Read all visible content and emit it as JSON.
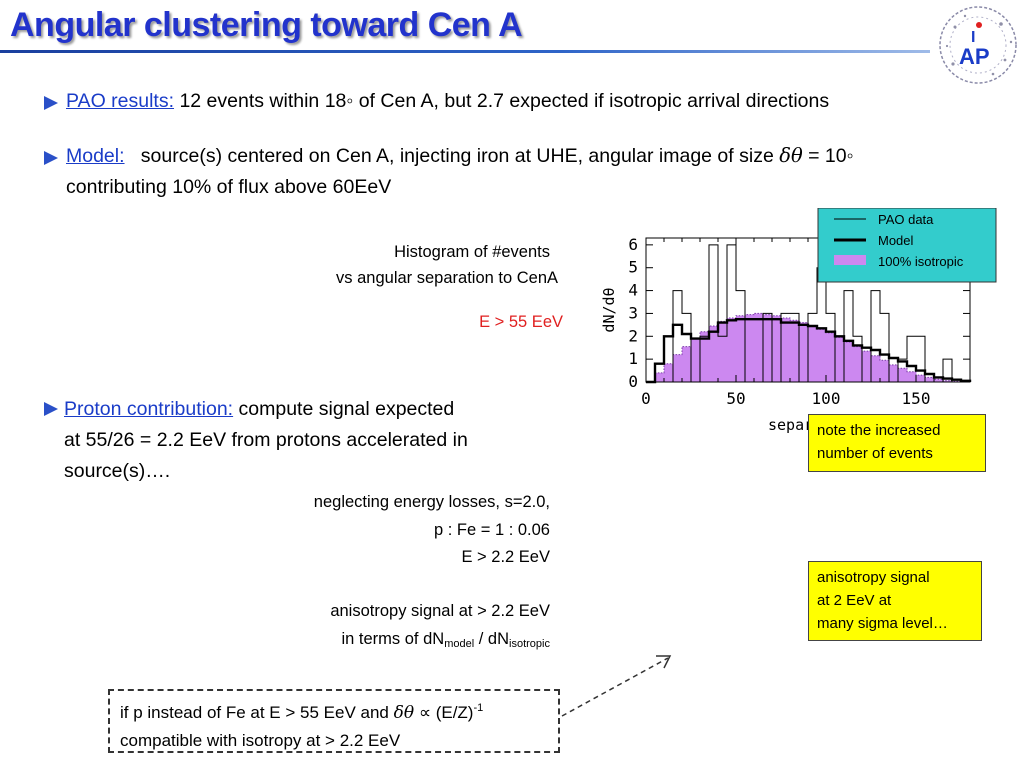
{
  "title": "Angular clustering toward Cen A",
  "bullets": [
    {
      "label": "PAO results:",
      "text": "12 events within 18◦ of Cen A, but 2.7 expected if isotropic arrival directions"
    },
    {
      "label": "Model:",
      "text_a": "source(s) centered on Cen A, injecting iron at UHE, angular image of size",
      "delta": "δθ",
      "text_b": "= 10◦",
      "text_line2": "contributing 10% of flux above 60EeV"
    },
    {
      "label": "Proton contribution:",
      "text_line1": "compute signal expected",
      "text_line2": "at 55/26 = 2.2 EeV from protons accelerated in",
      "text_line3": "source(s)…."
    }
  ],
  "histogram_caption": {
    "line1": "Histogram of #events",
    "line2": "vs angular separation to CenA",
    "energy": "E > 55 EeV"
  },
  "conditions": {
    "line1": "neglecting energy losses, s=2.0,",
    "line2": "p : Fe = 1 : 0.06",
    "line3": "E > 2.2 EeV"
  },
  "aniso_text": {
    "line1": "anisotropy signal at > 2.2 EeV",
    "line2_pre": "in terms of dN",
    "sub1": "model",
    "line2_mid": " / dN",
    "sub2": "isotropic"
  },
  "dashed_box": {
    "line1_pre": "if p instead of Fe at E > 55 EeV and ",
    "delta": "δθ",
    "propto": "∝",
    "line1_post": " (E/Z)",
    "exponent": "-1",
    "line2": "compatible with isotropy at > 2.2 EeV"
  },
  "note_boxes": [
    {
      "line1": "note the increased",
      "line2": "number of events"
    },
    {
      "line1": "anisotropy signal",
      "line2": "at 2 EeV at",
      "line3": "many sigma level…"
    }
  ],
  "chart_data": {
    "type": "bar",
    "xlabel": "separatio",
    "ylabel": "dN/dθ",
    "xlim": [
      0,
      180
    ],
    "ylim": [
      0,
      6.3
    ],
    "xticks": [
      "0",
      "50",
      "100",
      "150"
    ],
    "yticks": [
      "0",
      "1",
      "2",
      "3",
      "4",
      "5",
      "6"
    ],
    "bin_width": 5,
    "legend": {
      "position": "top-right",
      "entries": [
        "PAO data",
        "Model",
        "100% isotropic"
      ]
    },
    "colors": {
      "isotropic": "#cc88f0",
      "legend_bg": "#33cccc",
      "data": "#000000",
      "model": "#000000"
    },
    "series": [
      {
        "name": "PAO data",
        "style": "thin-step",
        "values": [
          0,
          0,
          0,
          4,
          3,
          0,
          2,
          6,
          2,
          6,
          4,
          0,
          0,
          3,
          0,
          3,
          3,
          0,
          3,
          5,
          3,
          0,
          4,
          2,
          0,
          4,
          3,
          0,
          1,
          2,
          2,
          0,
          0,
          1,
          0,
          0
        ]
      },
      {
        "name": "Model",
        "style": "thick-step",
        "values": [
          0,
          0.8,
          2.0,
          2.5,
          2.1,
          1.9,
          1.9,
          2.2,
          2.6,
          2.7,
          2.75,
          2.75,
          2.75,
          2.75,
          2.75,
          2.6,
          2.6,
          2.5,
          2.45,
          2.35,
          2.2,
          2.0,
          1.8,
          1.6,
          1.5,
          1.4,
          1.2,
          1.05,
          0.9,
          0.7,
          0.5,
          0.35,
          0.2,
          0.15,
          0.1,
          0.05
        ]
      },
      {
        "name": "100% isotropic",
        "style": "filled",
        "values": [
          0,
          0.4,
          0.8,
          1.2,
          1.55,
          1.9,
          2.2,
          2.45,
          2.65,
          2.8,
          2.9,
          2.95,
          3.0,
          2.95,
          2.9,
          2.8,
          2.7,
          2.6,
          2.45,
          2.3,
          2.15,
          1.95,
          1.75,
          1.55,
          1.35,
          1.15,
          0.95,
          0.75,
          0.6,
          0.45,
          0.3,
          0.2,
          0.12,
          0.06,
          0.03,
          0.01
        ]
      }
    ]
  }
}
